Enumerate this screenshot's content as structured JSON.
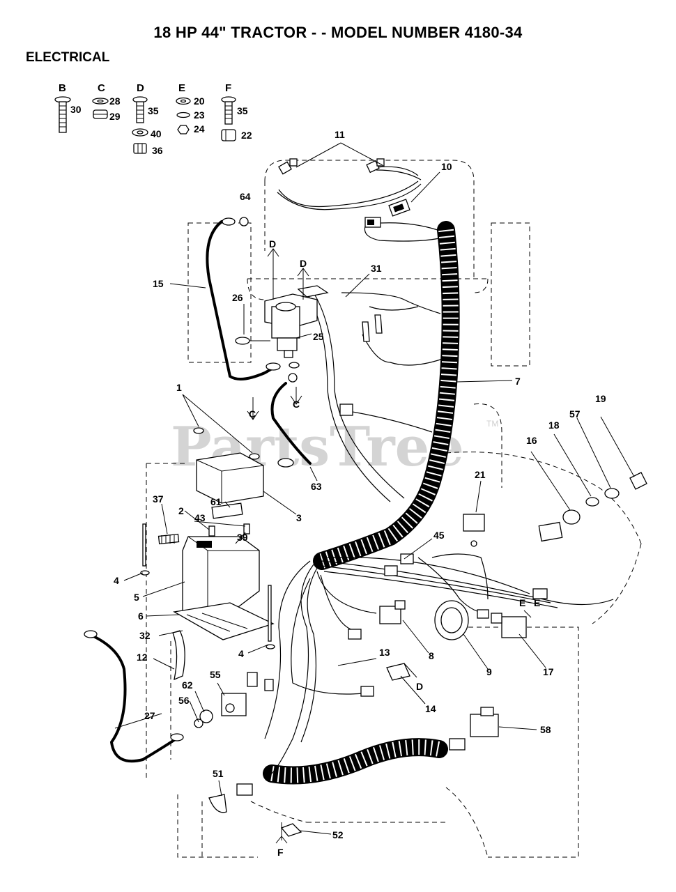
{
  "header": {
    "title": "18 HP 44\" TRACTOR - - MODEL NUMBER 4180-34",
    "section": "ELECTRICAL"
  },
  "watermark": {
    "text": "PartsTree",
    "tm": "TM"
  },
  "hardware_groups": [
    {
      "letter": "B",
      "parts": [
        "30"
      ]
    },
    {
      "letter": "C",
      "parts": [
        "28",
        "29"
      ]
    },
    {
      "letter": "D",
      "parts": [
        "35",
        "40",
        "36"
      ]
    },
    {
      "letter": "E",
      "parts": [
        "20",
        "23",
        "24"
      ]
    },
    {
      "letter": "F",
      "parts": [
        "35",
        "22"
      ]
    }
  ],
  "callouts": [
    "11",
    "10",
    "64",
    "15",
    "D",
    "D",
    "31",
    "26",
    "25",
    "7",
    "1",
    "C",
    "C",
    "63",
    "19",
    "57",
    "18",
    "16",
    "3",
    "21",
    "37",
    "61",
    "2",
    "43",
    "39",
    "45",
    "4",
    "5",
    "6",
    "E",
    "E",
    "32",
    "12",
    "4",
    "8",
    "9",
    "17",
    "13",
    "D",
    "14",
    "55",
    "62",
    "56",
    "27",
    "58",
    "51",
    "52",
    "F"
  ]
}
